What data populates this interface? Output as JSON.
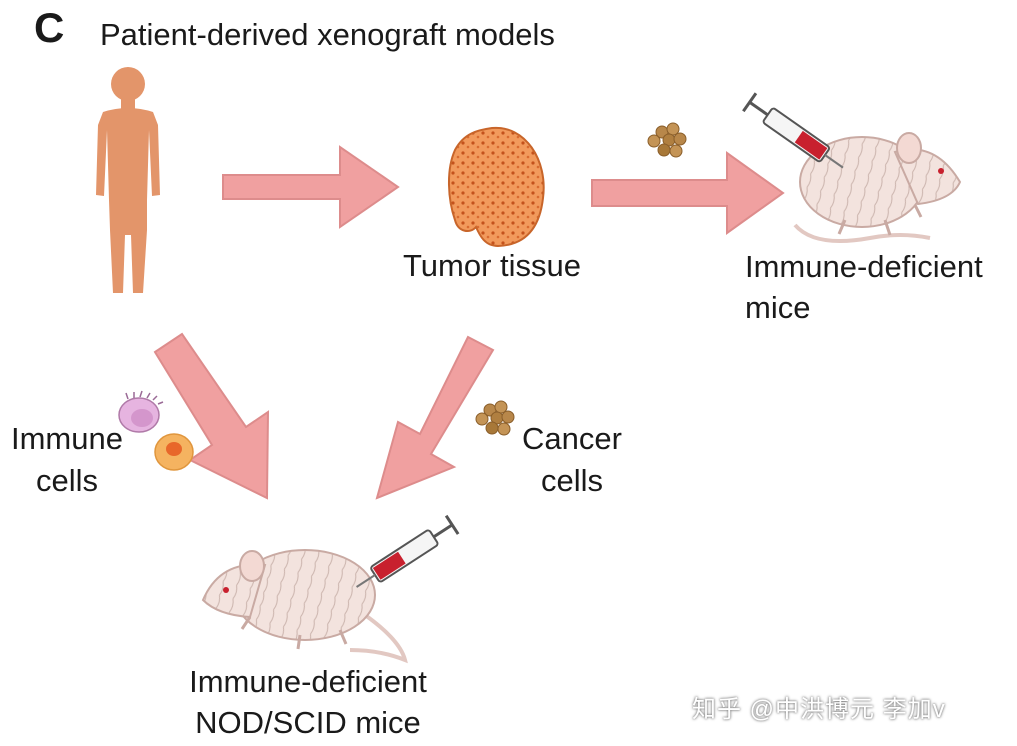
{
  "panel_letter": "C",
  "title": "Patient-derived xenograft models",
  "nodes": {
    "tumor_tissue": "Tumor tissue",
    "top_mice_line1": "Immune-deficient",
    "top_mice_line2": "mice",
    "immune_cells_line1": "Immune",
    "immune_cells_line2": "cells",
    "cancer_cells_line1": "Cancer",
    "cancer_cells_line2": "cells",
    "bottom_mice_line1": "Immune-deficient",
    "bottom_mice_line2": "NOD/SCID mice"
  },
  "watermark": "知乎 @中洪博元 李加v",
  "colors": {
    "arrow": "#f0a0a0",
    "arrow_stroke": "#dd8c8c",
    "human": "#e3956a",
    "tumor": "#f08a4a",
    "mouse": "#f2e1dc",
    "cells": "#b8874a",
    "blood": "#c8202e"
  }
}
